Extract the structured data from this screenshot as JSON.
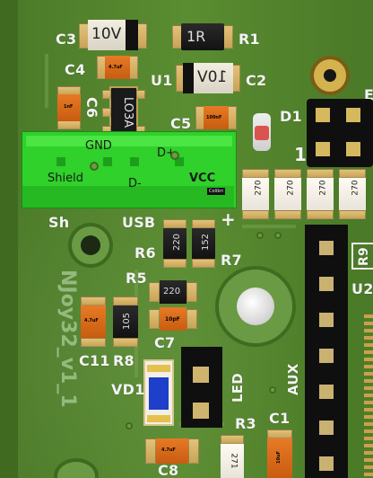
{
  "silkscreen": {
    "c3": "C3",
    "cap10v_top": "10V",
    "r1_body": "1R",
    "r1": "R1",
    "c4": "C4",
    "c6": "C6",
    "lo3a": "LO3A",
    "u1": "U1",
    "diode10v": "10V",
    "c2": "C2",
    "c5": "C5",
    "c5_body": "100nF",
    "d1": "D1",
    "one": "1",
    "e_right": "E",
    "gnd": "GND",
    "dplus": "D+",
    "shield": "Shield",
    "dminus": "D-",
    "vcc": "VCC",
    "colibri": "Colibri",
    "sh": "Sh",
    "usb": "USB",
    "plus": "+",
    "r6": "R6",
    "r6_body": "220",
    "r7_body": "152",
    "r7": "R7",
    "r5": "R5",
    "r5_body": "220",
    "c7_body": "10pF",
    "c7": "C7",
    "c11_body": "4.7uF",
    "r8_body": "105",
    "c11": "C11",
    "r8": "R8",
    "board_name": "NJoy32_v1_1",
    "vd1": "VD1",
    "led": "LED",
    "aux": "AUX",
    "r3": "R3",
    "r3_body": "271",
    "c1": "C1",
    "c1_body": "10uF",
    "c8": "C8",
    "u2": "U2",
    "r9": "R9",
    "res270_1": "270",
    "res270_2": "270",
    "res270_3": "270",
    "res270_4": "270",
    "c4_body": "4.7uF",
    "c6_body": "1nF",
    "c8_body": "4.7uF"
  },
  "colors": {
    "pcb_green": "#4f7d2a",
    "connector_green": "#39e233",
    "silkscreen": "#f4f4f4"
  }
}
